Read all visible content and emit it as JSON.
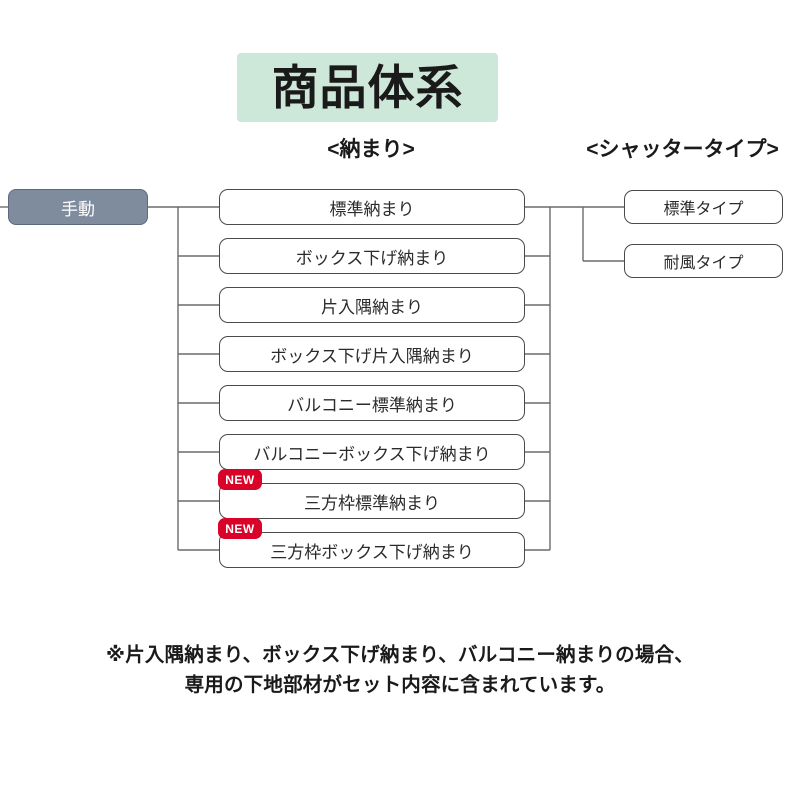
{
  "page": {
    "title": "商品体系",
    "background_color": "#ffffff",
    "title_bg_color": "#cde7d8"
  },
  "headings": {
    "osamari": "<納まり>",
    "shutter": "<シャッタータイプ>"
  },
  "root": {
    "label": "手動",
    "bg_color": "#7f8c9e",
    "text_color": "#ffffff"
  },
  "osamari_nodes": [
    {
      "label": "標準納まり",
      "new": false
    },
    {
      "label": "ボックス下げ納まり",
      "new": false
    },
    {
      "label": "片入隅納まり",
      "new": false
    },
    {
      "label": "ボックス下げ片入隅納まり",
      "new": false
    },
    {
      "label": "バルコニー標準納まり",
      "new": false
    },
    {
      "label": "バルコニーボックス下げ納まり",
      "new": false
    },
    {
      "label": "三方枠標準納まり",
      "new": true
    },
    {
      "label": "三方枠ボックス下げ納まり",
      "new": true
    }
  ],
  "shutter_nodes": [
    {
      "label": "標準タイプ"
    },
    {
      "label": "耐風タイプ"
    }
  ],
  "badges": {
    "new_label": "NEW",
    "new_color": "#d9032a"
  },
  "footnote": {
    "line1": "※片入隅納まり、ボックス下げ納まり、バルコニー納まりの場合、",
    "line2": "専用の下地部材がセット内容に含まれています。"
  },
  "connectors": {
    "color": "#6b6b6b"
  }
}
